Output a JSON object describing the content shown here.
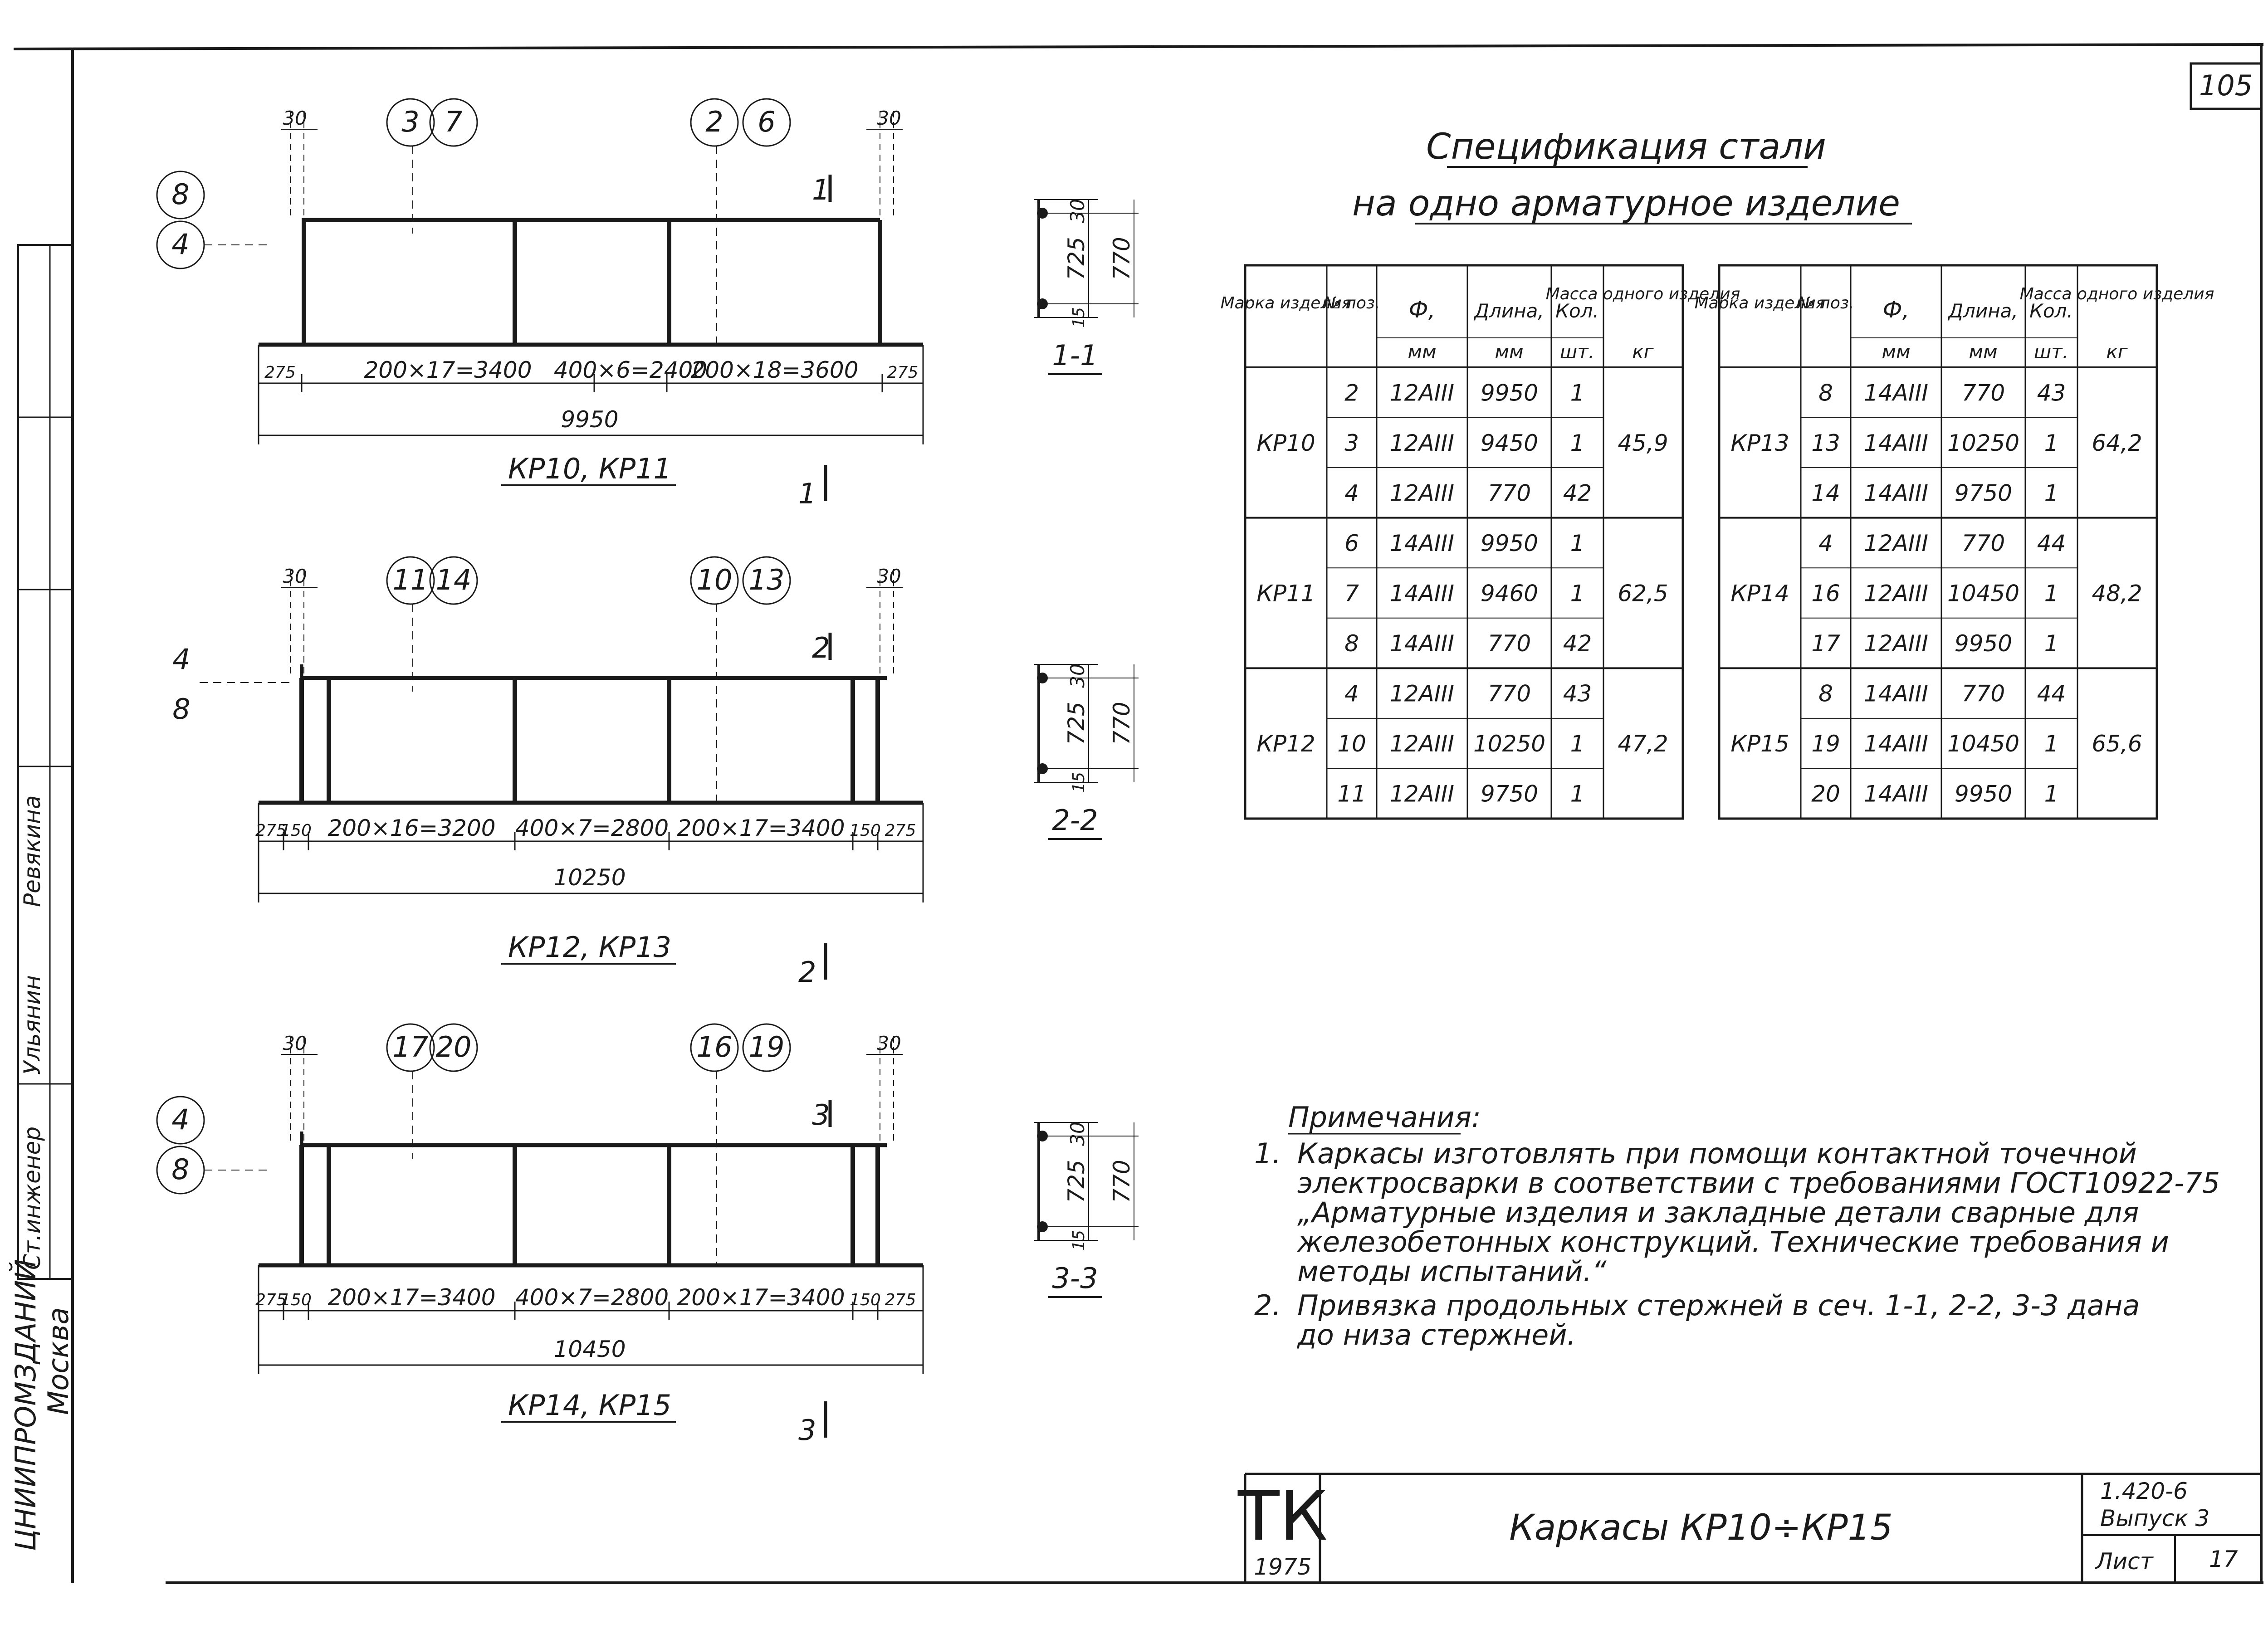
{
  "sheet_number": "105",
  "side_stamp": {
    "col_text_1": "Ст.инженер",
    "col_text_2": "Ульянин",
    "col_text_3": "Ревякина",
    "org_line_1": "ЦНИИПРОМЗДАНИЙ",
    "org_line_2": "Москва"
  },
  "views": [
    {
      "caption": "КР10, КР11",
      "section_mark": "1",
      "top_bubbles": [
        "3",
        "7",
        "2",
        "6"
      ],
      "side_bubbles": [
        "8",
        "4"
      ],
      "end_dims": [
        "30",
        "30"
      ],
      "dims": [
        "275",
        "200×17=3400",
        "400×6=2400",
        "200×18=3600",
        "275"
      ],
      "total": "9950"
    },
    {
      "caption": "КР12, КР13",
      "section_mark": "2",
      "top_bubbles": [
        "11",
        "14",
        "10",
        "13"
      ],
      "side_labels": [
        "4",
        "8"
      ],
      "end_dims": [
        "30",
        "30"
      ],
      "dims": [
        "275",
        "150",
        "200×16=3200",
        "400×7=2800",
        "200×17=3400",
        "150",
        "275"
      ],
      "total": "10250"
    },
    {
      "caption": "КР14, КР15",
      "section_mark": "3",
      "top_bubbles": [
        "17",
        "20",
        "16",
        "19"
      ],
      "side_bubbles": [
        "4",
        "8"
      ],
      "end_dims": [
        "30",
        "30"
      ],
      "dims": [
        "275",
        "150",
        "200×17=3400",
        "400×7=2800",
        "200×17=3400",
        "150",
        "275"
      ],
      "total": "10450"
    }
  ],
  "sections": [
    {
      "label": "1-1",
      "d_top": "30",
      "d_mid": "725",
      "d_bot": "15",
      "d_total": "770"
    },
    {
      "label": "2-2",
      "d_top": "30",
      "d_mid": "725",
      "d_bot": "15",
      "d_total": "770"
    },
    {
      "label": "3-3",
      "d_top": "30",
      "d_mid": "725",
      "d_bot": "15",
      "d_total": "770"
    }
  ],
  "spec": {
    "title_1": "Спецификация стали",
    "title_2": "на одно арматурное изделие",
    "headers": {
      "mark": "Марка изделия",
      "pos": "№ поз.",
      "dia": "Ф,",
      "dia_unit": "мм",
      "len": "Длина,",
      "len_unit": "мм",
      "qty": "Кол.",
      "qty_unit": "шт.",
      "mass": "Масса одного изделия",
      "mass_unit": "кг"
    },
    "left": [
      {
        "mark": "КР10",
        "mass": "45,9",
        "rows": [
          [
            "2",
            "12АIII",
            "9950",
            "1"
          ],
          [
            "3",
            "12АIII",
            "9450",
            "1"
          ],
          [
            "4",
            "12АIII",
            "770",
            "42"
          ]
        ]
      },
      {
        "mark": "КР11",
        "mass": "62,5",
        "rows": [
          [
            "6",
            "14АIII",
            "9950",
            "1"
          ],
          [
            "7",
            "14АIII",
            "9460",
            "1"
          ],
          [
            "8",
            "14АIII",
            "770",
            "42"
          ]
        ]
      },
      {
        "mark": "КР12",
        "mass": "47,2",
        "rows": [
          [
            "4",
            "12АIII",
            "770",
            "43"
          ],
          [
            "10",
            "12АIII",
            "10250",
            "1"
          ],
          [
            "11",
            "12АIII",
            "9750",
            "1"
          ]
        ]
      }
    ],
    "right": [
      {
        "mark": "КР13",
        "mass": "64,2",
        "rows": [
          [
            "8",
            "14АIII",
            "770",
            "43"
          ],
          [
            "13",
            "14АIII",
            "10250",
            "1"
          ],
          [
            "14",
            "14АIII",
            "9750",
            "1"
          ]
        ]
      },
      {
        "mark": "КР14",
        "mass": "48,2",
        "rows": [
          [
            "4",
            "12АIII",
            "770",
            "44"
          ],
          [
            "16",
            "12АIII",
            "10450",
            "1"
          ],
          [
            "17",
            "12АIII",
            "9950",
            "1"
          ]
        ]
      },
      {
        "mark": "КР15",
        "mass": "65,6",
        "rows": [
          [
            "8",
            "14АIII",
            "770",
            "44"
          ],
          [
            "19",
            "14АIII",
            "10450",
            "1"
          ],
          [
            "20",
            "14АIII",
            "9950",
            "1"
          ]
        ]
      }
    ]
  },
  "notes": {
    "title": "Примечания:",
    "n1": "1.",
    "n1_lines": [
      "Каркасы изготовлять при помощи контактной точечной",
      "электросварки в соответствии с требованиями ГОСТ10922-75",
      "„Арматурные изделия и закладные детали сварные для",
      "железобетонных конструкций. Технические требования и",
      "методы испытаний.“"
    ],
    "n2": "2.",
    "n2_lines": [
      "Привязка продольных стержней в сеч. 1-1, 2-2, 3-3 дана",
      "до низа стержней."
    ]
  },
  "title_block": {
    "logo": "ТК",
    "year": "1975",
    "name": "Каркасы КР10÷КР15",
    "series": "1.420-6",
    "issue": "Выпуск 3",
    "sheet_label": "Лист",
    "sheet_value": "17"
  }
}
